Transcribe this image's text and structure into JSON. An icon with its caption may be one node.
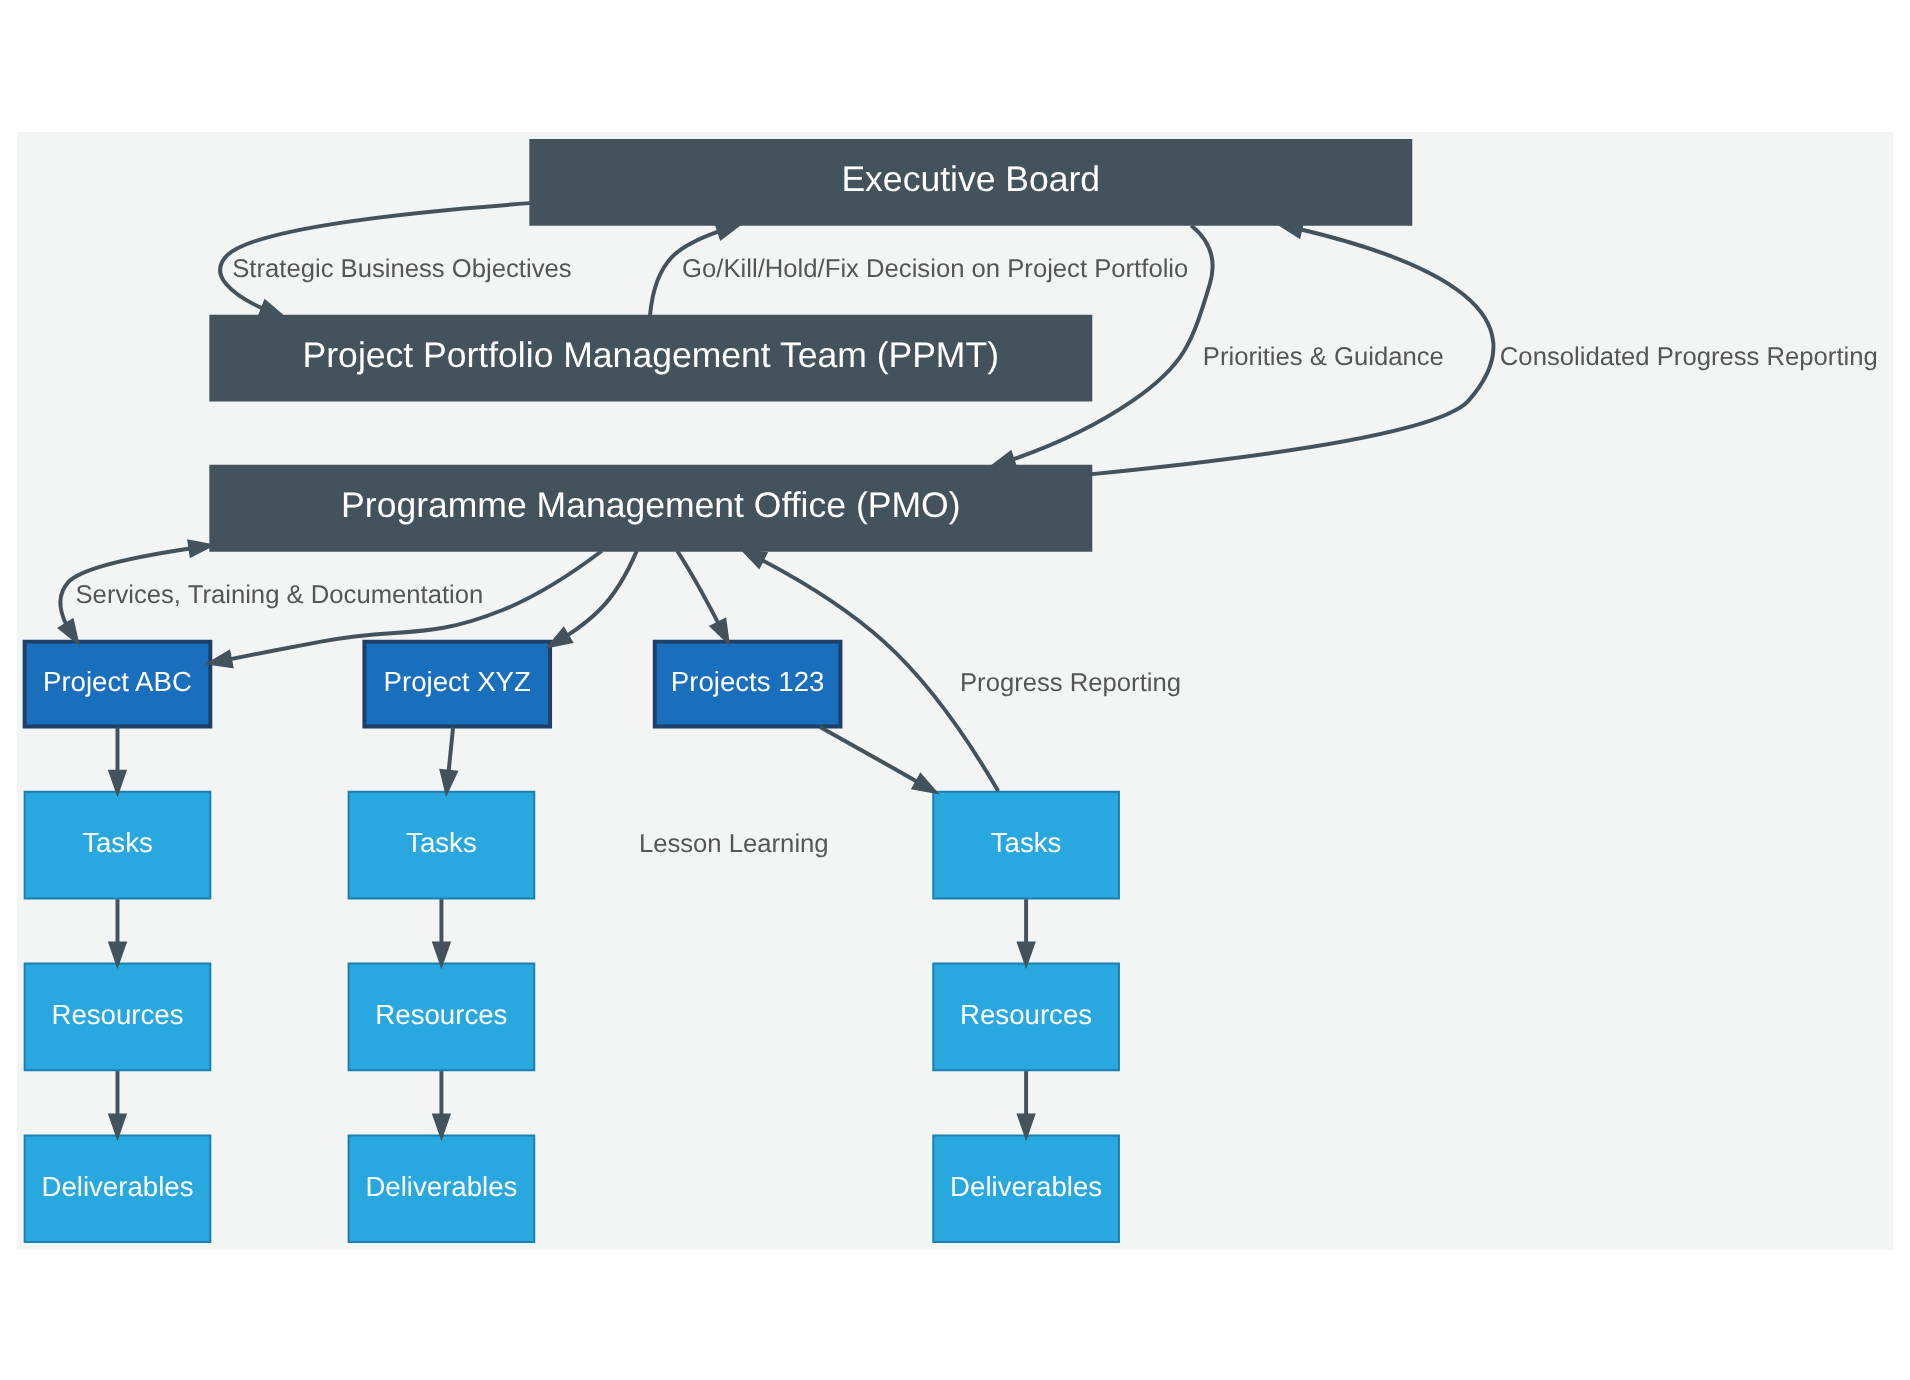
{
  "diagram": {
    "nodes": [
      {
        "text": [
          "Executive Board"
        ]
      },
      {
        "text": [
          "Project Portfolio Management Team (PPMT)"
        ]
      },
      {
        "text": [
          "Programme Management Office (PMO)"
        ]
      },
      {
        "text": [
          "Project ABC"
        ]
      },
      {
        "text": [
          "Project XYZ"
        ]
      },
      {
        "text": [
          "Projects 123"
        ]
      },
      {
        "text": [
          "Tasks"
        ]
      },
      {
        "text": [
          "Tasks"
        ]
      },
      {
        "text": [
          "Tasks"
        ]
      },
      {
        "text": [
          "Resources"
        ]
      },
      {
        "text": [
          "Resources"
        ]
      },
      {
        "text": [
          "Resources"
        ]
      },
      {
        "text": [
          "Deliverables"
        ]
      },
      {
        "text": [
          "Deliverables"
        ]
      },
      {
        "text": [
          "Deliverables"
        ]
      }
    ],
    "edges": [
      {
        "from": 0,
        "to": 1,
        "arrow": "to",
        "label": "Strategic Business Objectives"
      },
      {
        "from": 0,
        "to": 2,
        "arrow": "to",
        "label": "Priorities & Guidance"
      },
      {
        "from": 1,
        "to": 0,
        "arrow": "to",
        "label": "Go/Kill/Hold/Fix Decision on Project Portfolio"
      },
      {
        "from": 2,
        "to": 0,
        "arrow": "to",
        "label": "Consolidated Progress Reporting"
      },
      {
        "from": 2,
        "to": 3,
        "arrow": "both",
        "label": "Services, Training & Documentation"
      },
      {
        "from": 2,
        "to": 3,
        "arrow": "to"
      },
      {
        "from": 2,
        "to": 4,
        "arrow": "to"
      },
      {
        "from": 2,
        "to": 5,
        "arrow": "to"
      },
      {
        "from": 3,
        "to": 6,
        "arrow": "to"
      },
      {
        "from": 4,
        "to": 7,
        "arrow": "to"
      },
      {
        "from": 5,
        "to": 8,
        "arrow": "to"
      },
      {
        "from": 8,
        "to": 2,
        "arrow": "to",
        "label": "Progress Reporting"
      },
      {
        "from": 6,
        "to": 9,
        "arrow": "to"
      },
      {
        "from": 7,
        "to": 10,
        "arrow": "to"
      },
      {
        "from": 8,
        "to": 11,
        "arrow": "to"
      },
      {
        "from": 9,
        "to": 12,
        "arrow": "to"
      },
      {
        "from": 10,
        "to": 13,
        "arrow": "to"
      },
      {
        "from": 11,
        "to": 14,
        "arrow": "to"
      }
    ],
    "labels": [
      "Lesson Learning"
    ]
  }
}
